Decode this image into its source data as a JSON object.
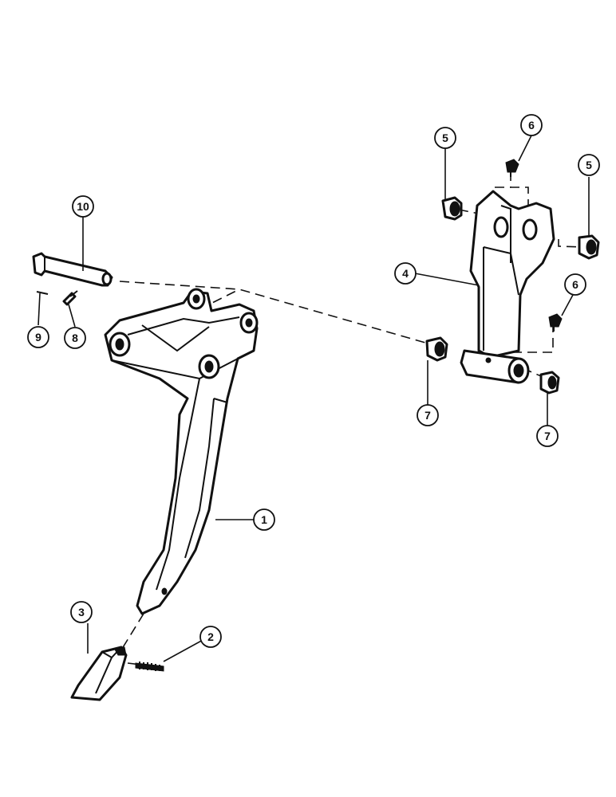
{
  "callouts": [
    {
      "id": "callout-1",
      "label": "1"
    },
    {
      "id": "callout-2",
      "label": "2"
    },
    {
      "id": "callout-3",
      "label": "3"
    },
    {
      "id": "callout-4",
      "label": "4"
    },
    {
      "id": "callout-5a",
      "label": "5"
    },
    {
      "id": "callout-5b",
      "label": "5"
    },
    {
      "id": "callout-6a",
      "label": "6"
    },
    {
      "id": "callout-6b",
      "label": "6"
    },
    {
      "id": "callout-7a",
      "label": "7"
    },
    {
      "id": "callout-7b",
      "label": "7"
    },
    {
      "id": "callout-8",
      "label": "8"
    },
    {
      "id": "callout-9",
      "label": "9"
    },
    {
      "id": "callout-10",
      "label": "10"
    }
  ]
}
